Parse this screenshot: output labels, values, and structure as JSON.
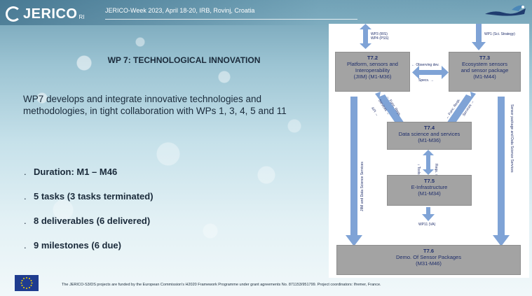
{
  "header": {
    "logo_text": "JERICO",
    "logo_suffix": "RI",
    "event": "JERICO-Week 2023, April 18-20, IRB, Rovinj, Croatia"
  },
  "title": "WP 7: TECHNOLOGICAL INNOVATION",
  "intro": "WP7 develops and integrate innovative technologies and methodologies, in tight collaboration with WPs 1, 3, 4, 5 and 11",
  "bullets": [
    {
      "dot": ".",
      "text": "Duration: M1 – M46"
    },
    {
      "dot": ".",
      "text": "5 tasks (3 tasks terminated)"
    },
    {
      "dot": ".",
      "text": "8 deliverables (6 delivered)"
    },
    {
      "dot": ".",
      "text": "9 milestones (6 due)"
    }
  ],
  "footer": "The JERICO-S3/DS projects are funded by the European Commission's H2020 Framework Programme under grant agreements No. 871153/951799. Project coordinators: Ifremer, France.",
  "diagram": {
    "colors": {
      "box": "#a3a3a3",
      "arrow": "#7fa3d6",
      "text": "#1f2e6b"
    },
    "t72": {
      "id": "T7.2",
      "desc": [
        "Platform, sensors and",
        "Interoperability",
        "(JIIM) (M1-M36)"
      ]
    },
    "t73": {
      "id": "T7.3",
      "desc": [
        "Ecosystem sensors",
        "and sensor package",
        "(M1-M44)"
      ]
    },
    "t74": {
      "id": "T7.4",
      "desc": [
        "Data science and services",
        "(M1-M36)"
      ]
    },
    "t75": {
      "id": "T7.5",
      "desc": [
        "E-Infrastructure",
        "(M1-M34)"
      ]
    },
    "t76": {
      "id": "T7.6",
      "desc": [
        "Demo. Of Sensor Packages",
        "(M31-M46)"
      ]
    },
    "labels": {
      "wp34": [
        "WP3 (IRS)",
        "WP4 (PSS)"
      ],
      "wp1": "WP1 (Sci. Strategy)",
      "observing": "← Observing dev.",
      "specs": "Specs. →",
      "wp11": "WP11 (VA)",
      "left_vertical": "JIIM and Data Science Services",
      "right_vertical": "Sensor package and Data Science Services",
      "left_diag_1": "← Func. Reqs.",
      "left_diag_2": "Services →",
      "left_diag_3": "API →",
      "right_diag_1": "← Func. Reqs.",
      "right_diag_2": "Services →",
      "mid_up": "Reqs. ↑",
      "mid_down": "↓ Tools"
    }
  }
}
